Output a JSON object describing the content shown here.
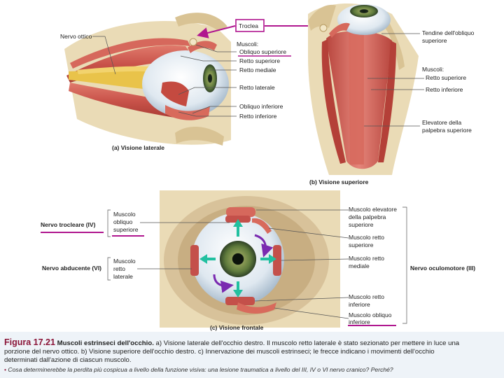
{
  "panel_a": {
    "label_nerve": "Nervo ottico",
    "label_trochlea": "Troclea",
    "muscles_header": "Muscoli:",
    "label_sup_oblique": "Obliquo superiore",
    "label_sup_rectus": "Retto superiore",
    "label_med_rectus": "Retto mediale",
    "label_lat_rectus": "Retto laterale",
    "label_inf_oblique": "Obliquo inferiore",
    "label_inf_rectus": "Retto inferiore",
    "caption": "(a) Visione laterale"
  },
  "panel_b": {
    "label_tendon_1": "Tendine dell'obliquo",
    "label_tendon_2": "superiore",
    "muscles_header": "Muscoli:",
    "label_sup_rectus": "Retto superiore",
    "label_inf_rectus": "Retto inferiore",
    "label_levator_1": "Elevatore della",
    "label_levator_2": "palpebra superiore",
    "caption": "(b) Visione superiore"
  },
  "panel_c": {
    "nerve_trochlear": "Nervo trocleare (IV)",
    "trochlear_muscle_1": "Muscolo",
    "trochlear_muscle_2": "obliquo",
    "trochlear_muscle_3": "superiore",
    "nerve_abducens": "Nervo abducente (VI)",
    "abducens_muscle_1": "Muscolo",
    "abducens_muscle_2": "retto",
    "abducens_muscle_3": "laterale",
    "levator_1": "Muscolo elevatore",
    "levator_2": "della palpebra",
    "levator_3": "superiore",
    "sup_rectus_1": "Muscolo retto",
    "sup_rectus_2": "superiore",
    "med_rectus_1": "Muscolo retto",
    "med_rectus_2": "mediale",
    "inf_rectus_1": "Muscolo retto",
    "inf_rectus_2": "inferiore",
    "inf_oblique_1": "Muscolo obliquo",
    "inf_oblique_2": "inferiore",
    "nerve_oculomotor": "Nervo oculomotore (III)",
    "caption": "(c) Visione frontale"
  },
  "caption": {
    "figure_number": "Figura 17.21",
    "title": "Muscoli estrinseci dell'occhio.",
    "line1_text": "a) Visione laterale dell'occhio destro. Il muscolo retto laterale è stato sezionato per mettere in luce una",
    "line2": "porzione del nervo ottico.  b) Visione superiore dell'occhio destro. c) Innervazione dei muscoli estrinseci; le frecce indicano i movimenti dell'occhio",
    "line3": "determinati dall'azione di ciascun muscolo.",
    "question": "Cosa determinerebbe la perdita più cospicua a livello della funzione visiva: una lesione traumatica a livello del III, IV o VI nervo cranico? Perché?"
  },
  "colors": {
    "highlight_magenta": "#b0178f",
    "arrow_green": "#22c0a0",
    "arrow_purple": "#7a2ab0",
    "muscle_red": "#c9534a",
    "bone": "#e6d3a8",
    "caption_accent": "#8a1538",
    "caption_bg": "#eef3f8"
  }
}
